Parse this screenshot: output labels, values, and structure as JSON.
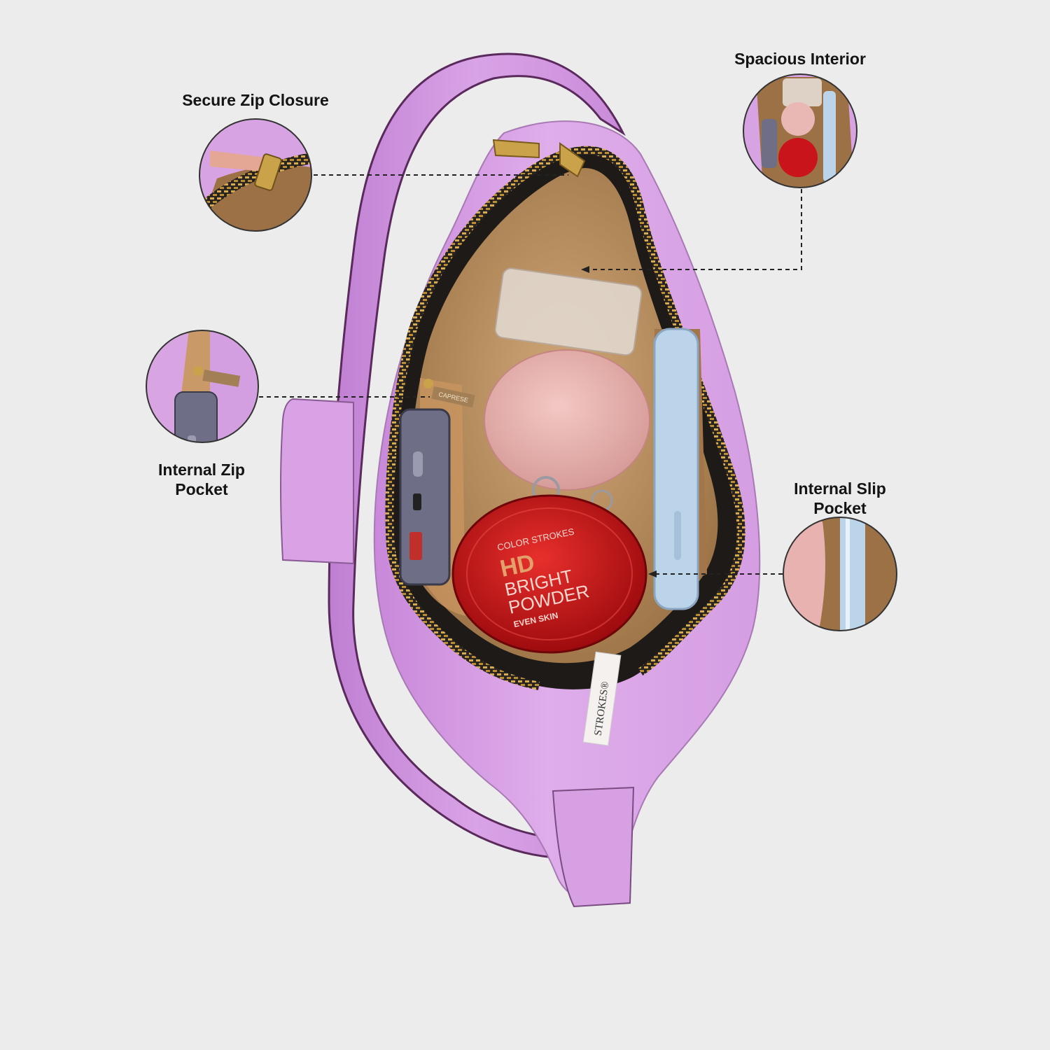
{
  "features": {
    "zip_closure": {
      "title": "Secure Zip Closure"
    },
    "interior": {
      "title": "Spacious Interior"
    },
    "zip_pocket": {
      "line1": "Internal Zip",
      "line2": "Pocket"
    },
    "slip_pocket": {
      "line1": "Internal Slip",
      "line2": "Pocket"
    }
  },
  "product_print": {
    "powder_brand": "COLOR STROKES",
    "powder_line1": "HD",
    "powder_line2": "BRIGHT",
    "powder_line3": "POWDER",
    "powder_line4": "EVEN SKIN",
    "pull_tab": "CAPRESE",
    "hang_tag": "STROKES®"
  },
  "colors": {
    "background": "#ececec",
    "bag_lilac": "#d9a6e6",
    "lining": "#b8905f",
    "zipper_gold": "#c9a24a",
    "compact_red": "#c8141a",
    "compact_pink": "#e9b7b4",
    "callout_line": "#222222"
  },
  "icons": [
    "bag-photo",
    "zipper-detail",
    "interior-detail",
    "zip-pocket-detail",
    "slip-pocket-detail"
  ]
}
